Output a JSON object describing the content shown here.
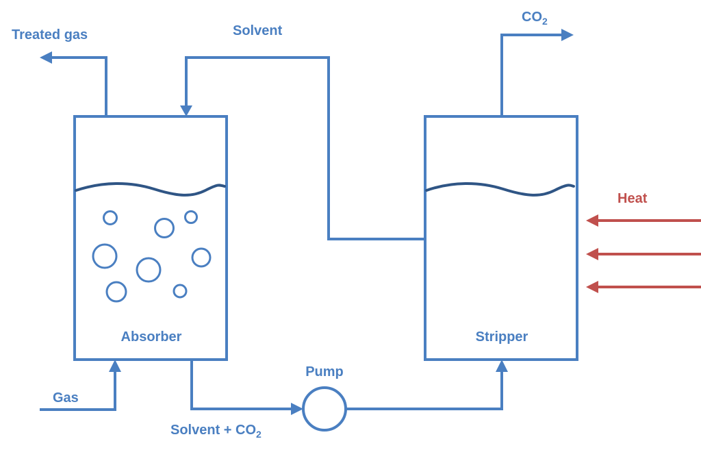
{
  "diagram": {
    "title": "CO2 absorber-stripper process",
    "colors": {
      "process": "#4a7fc1",
      "liquid_surface": "#2f5585",
      "heat": "#c0504d"
    },
    "labels": {
      "treated_gas": "Treated gas",
      "solvent": "Solvent",
      "co2_out": "CO",
      "co2_out_sub": "2",
      "heat": "Heat",
      "absorber": "Absorber",
      "stripper": "Stripper",
      "pump": "Pump",
      "gas": "Gas",
      "solvent_co2": "Solvent + CO",
      "solvent_co2_sub": "2"
    },
    "units": [
      {
        "id": "absorber",
        "label": "Absorber",
        "contains_bubbles": true
      },
      {
        "id": "stripper",
        "label": "Stripper",
        "contains_bubbles": false
      },
      {
        "id": "pump",
        "label": "Pump"
      }
    ],
    "streams": [
      {
        "from": "outside",
        "to": "absorber",
        "label": "Gas"
      },
      {
        "from": "absorber",
        "to": "outside",
        "label": "Treated gas"
      },
      {
        "from": "stripper",
        "to": "absorber",
        "label": "Solvent"
      },
      {
        "from": "absorber",
        "to": "pump",
        "label": "Solvent + CO2"
      },
      {
        "from": "pump",
        "to": "stripper",
        "label": ""
      },
      {
        "from": "stripper",
        "to": "outside",
        "label": "CO2"
      },
      {
        "from": "outside",
        "to": "stripper",
        "label": "Heat",
        "count": 3
      }
    ]
  }
}
